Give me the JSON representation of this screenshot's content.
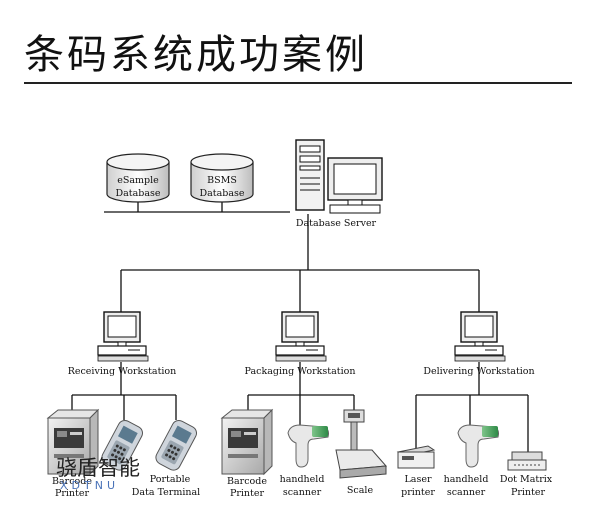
{
  "title": "条码系统成功案例",
  "nodes": {
    "esample_db": [
      "eSample",
      "Database"
    ],
    "bsms_db": [
      "BSMS",
      "Database"
    ],
    "db_server": "Database Server",
    "receiving": "Receiving Workstation",
    "packaging": "Packaging Workstation",
    "delivering": "Delivering Workstation",
    "barcode_printer_1": [
      "Barcode",
      "Printer"
    ],
    "portable_terminal": [
      "Portable",
      "Data Terminal"
    ],
    "barcode_printer_2": [
      "Barcode",
      "Printer"
    ],
    "handheld_scanner_1": [
      "handheld",
      "scanner"
    ],
    "scale": "Scale",
    "laser_printer": [
      "Laser",
      "printer"
    ],
    "handheld_scanner_2": [
      "handheld",
      "scanner"
    ],
    "dot_matrix_printer": [
      "Dot Matrix",
      "Printer"
    ]
  },
  "watermark": {
    "text": "骁盾智能",
    "sub": "XDTNU"
  }
}
